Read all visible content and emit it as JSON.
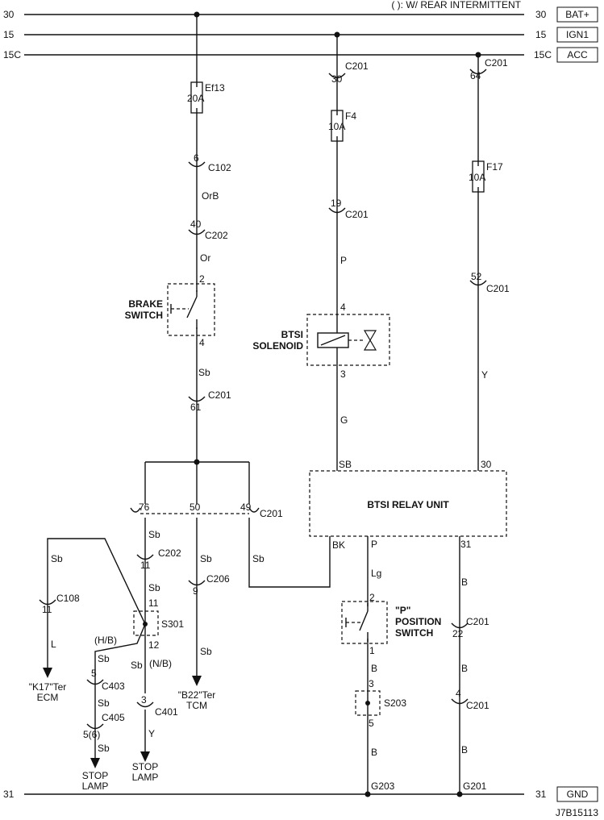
{
  "note": "( ): W/ REAR INTERMITTENT",
  "code": "J7B15113",
  "rails": [
    {
      "left": "30",
      "right": "30",
      "tag": "BAT+"
    },
    {
      "left": "15",
      "right": "15",
      "tag": "IGN1"
    },
    {
      "left": "15C",
      "right": "15C",
      "tag": "ACC"
    },
    {
      "left": "31",
      "right": "31",
      "tag": "GND"
    }
  ],
  "components": {
    "brake_switch": [
      "BRAKE",
      "SWITCH"
    ],
    "btsi_solenoid": [
      "BTSI",
      "SOLENOID"
    ],
    "btsi_relay": "BTSI RELAY UNIT",
    "p_switch": [
      "\"P\"",
      "POSITION",
      "SWITCH"
    ]
  },
  "fuses": [
    {
      "name": "Ef13",
      "rating": "20A"
    },
    {
      "name": "F4",
      "rating": "10A"
    },
    {
      "name": "F17",
      "rating": "10A"
    }
  ],
  "labels": {
    "c201": "C201",
    "c102": "C102",
    "c202": "C202",
    "c206": "C206",
    "c108": "C108",
    "c403": "C403",
    "c405": "C405",
    "c401": "C401",
    "s301": "S301",
    "s203": "S203",
    "g203": "G203",
    "g201": "G201",
    "p30": "30",
    "p64": "64",
    "p6": "6",
    "p19": "19",
    "p40": "40",
    "p52": "52",
    "p2": "2",
    "p4": "4",
    "p3": "3",
    "p61": "61",
    "p76": "76",
    "p50": "50",
    "p49": "49",
    "p11": "11",
    "p9": "9",
    "p12": "12",
    "p5": "5",
    "p56": "5(6)",
    "p1": "1",
    "p22": "22",
    "p31": "31",
    "orb": "OrB",
    "or": "Or",
    "sb": "Sb",
    "p": "P",
    "y": "Y",
    "g": "G",
    "SB": "SB",
    "bk": "BK",
    "lg": "Lg",
    "b": "B",
    "l": "L",
    "hb": "(H/B)",
    "nb": "(N/B)"
  },
  "terminals": {
    "k17": [
      "\"K17\"Ter",
      "ECM"
    ],
    "b22": [
      "\"B22\"Ter",
      "TCM"
    ],
    "stop1": [
      "STOP",
      "LAMP"
    ],
    "stop2": [
      "STOP",
      "LAMP"
    ]
  }
}
